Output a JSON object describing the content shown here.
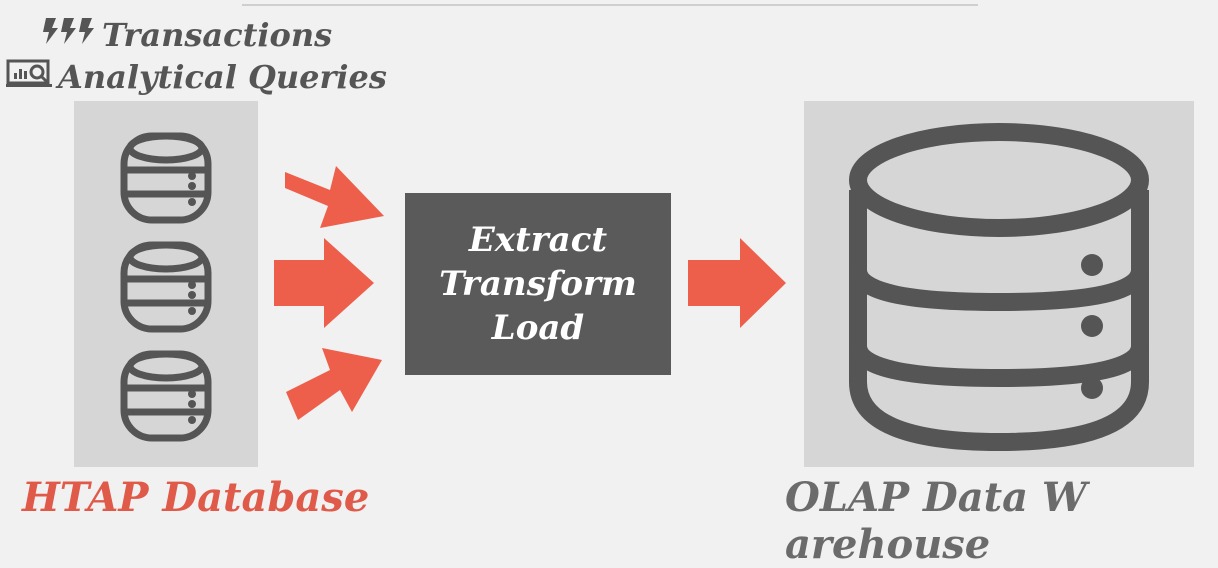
{
  "legend": {
    "transactions": {
      "icon": "lightning-bolts-icon",
      "label": "Transactions"
    },
    "analytical": {
      "icon": "analytics-monitor-icon",
      "label": "Analytical Queries"
    }
  },
  "etl": {
    "line1": "Extract",
    "line2": "Transform",
    "line3": "Load"
  },
  "captions": {
    "htap": "HTAP Database",
    "olap": "OLAP Data W arehouse"
  },
  "colors": {
    "arrow": "#ee5f4b",
    "etl_box": "#5a5a5a",
    "panel": "#d6d6d6",
    "db_icon": "#555555",
    "htap_label": "#e05a49",
    "olap_label": "#6b6b6b"
  }
}
